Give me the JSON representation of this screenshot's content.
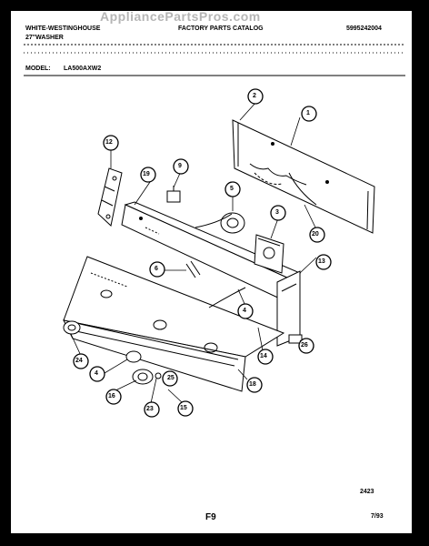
{
  "header": {
    "brand": "WHITE-WESTINGHOUSE",
    "product": "27\"WASHER",
    "catalog_title": "FACTORY PARTS CATALOG",
    "catalog_number": "5995242004",
    "model_label": "MODEL:",
    "model_number": "LA500AXW2"
  },
  "watermark": "AppliancePartsPros.com",
  "callouts": [
    "1",
    "2",
    "3",
    "4",
    "4",
    "5",
    "6",
    "9",
    "12",
    "13",
    "14",
    "15",
    "16",
    "18",
    "19",
    "20",
    "23",
    "24",
    "25",
    "26"
  ],
  "footer": {
    "drawing_number": "2423",
    "page_label": "F9",
    "date": "7/93"
  }
}
